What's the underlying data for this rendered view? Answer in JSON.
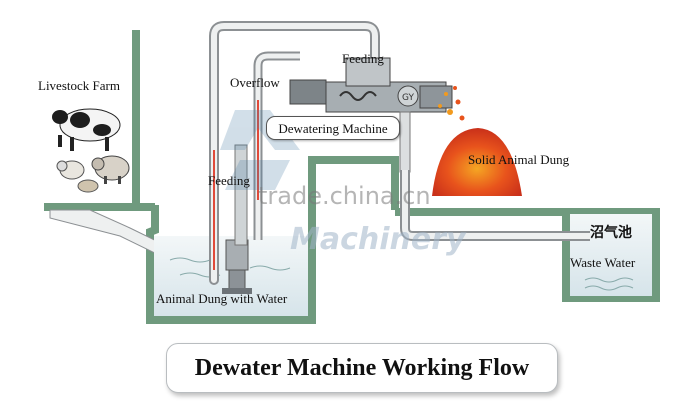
{
  "labels": {
    "livestock_farm": "Livestock Farm",
    "overflow": "Overflow",
    "feeding_top": "Feeding",
    "dewatering_machine": "Dewatering Machine",
    "solid_animal_dung": "Solid Animal Dung",
    "feeding_left": "Feeding",
    "animal_dung_with_water": "Animal Dung with Water",
    "biogas_tank_cn": "沼气池",
    "waste_water": "Waste Water"
  },
  "watermark": {
    "site": "trade.china.cn",
    "brand": "Machinery"
  },
  "title": "Dewater Machine Working Flow",
  "colors": {
    "wall_green": "#7fa88c",
    "pipe_fill": "#eef0f0",
    "pipe_stroke": "#8c9093",
    "water_blue": "#dbe8ee",
    "machine_gray": "#9aa0a4",
    "dung_red": "#e0421a",
    "dung_orange": "#f2921e"
  }
}
